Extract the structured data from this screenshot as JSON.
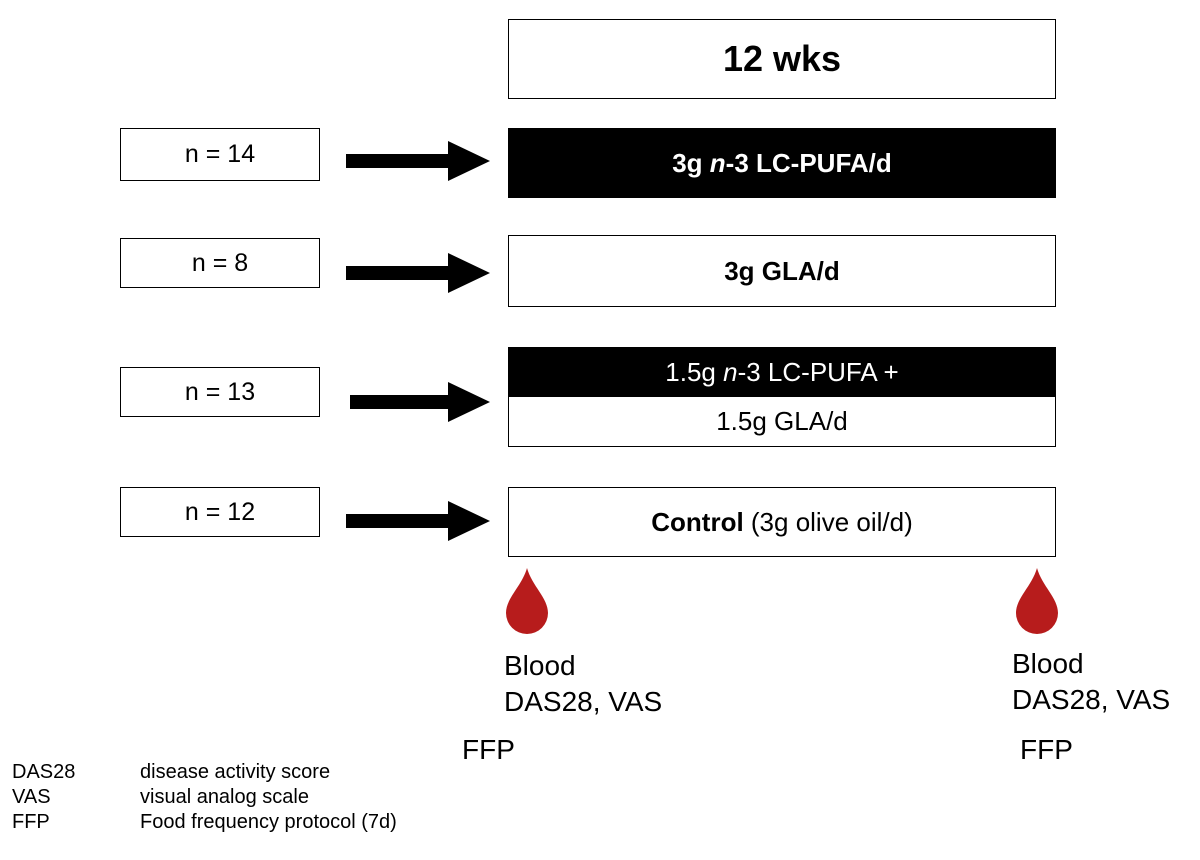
{
  "duration": "12 wks",
  "groups": [
    {
      "n": "n = 14",
      "treatment_a": "3g ",
      "treatment_italic": "n",
      "treatment_b": "-3 LC-PUFA/d"
    },
    {
      "n": "n = 8",
      "treatment": "3g GLA/d"
    },
    {
      "n": "n = 13",
      "treatment_top_a": "1.5g ",
      "treatment_top_italic": "n",
      "treatment_top_b": "-3 LC-PUFA +",
      "treatment_bottom": "1.5g GLA/d"
    },
    {
      "n": "n = 12",
      "treatment_bold": "Control",
      "treatment_rest": " (3g olive oil/d)"
    }
  ],
  "timepoints": [
    {
      "line1": "Blood",
      "line2": "DAS28, VAS",
      "ffp": "FFP"
    },
    {
      "line1": "Blood",
      "line2": "DAS28, VAS",
      "ffp": "FFP"
    }
  ],
  "legend": [
    {
      "abbr": "DAS28",
      "desc": "disease activity score"
    },
    {
      "abbr": "VAS",
      "desc": "visual analog scale"
    },
    {
      "abbr": "FFP",
      "desc": "Food frequency protocol (7d)"
    }
  ],
  "colors": {
    "blood_drop": "#b71c1c",
    "dark_box": "#000000"
  }
}
